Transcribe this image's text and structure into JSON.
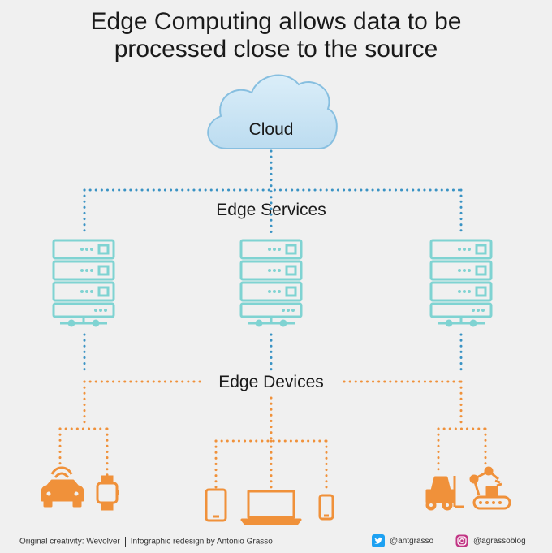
{
  "title": {
    "line1": "Edge Computing allows data to be",
    "line2": "processed close to the source"
  },
  "labels": {
    "cloud": "Cloud",
    "edge_services": "Edge Services",
    "edge_devices": "Edge Devices"
  },
  "footer": {
    "original": "Original creativity: Wevolver",
    "redesign": "Infographic redesign by Antonio Grasso",
    "twitter_handle": "@antgrasso",
    "instagram_handle": "@agrassoblog"
  },
  "colors": {
    "cloud_fill": "#cfe6f5",
    "cloud_stroke": "#87bfe0",
    "server": "#7fd3d2",
    "blue_dots": "#3a93c4",
    "orange": "#f0913a",
    "twitter": "#1da1f2",
    "instagram": "#c13584"
  },
  "icons": {
    "servers": [
      "server-icon",
      "server-icon",
      "server-icon"
    ],
    "devices": [
      "car-icon",
      "smartwatch-icon",
      "tablet-icon",
      "laptop-icon",
      "phone-icon",
      "forklift-icon",
      "robot-arm-icon"
    ]
  }
}
